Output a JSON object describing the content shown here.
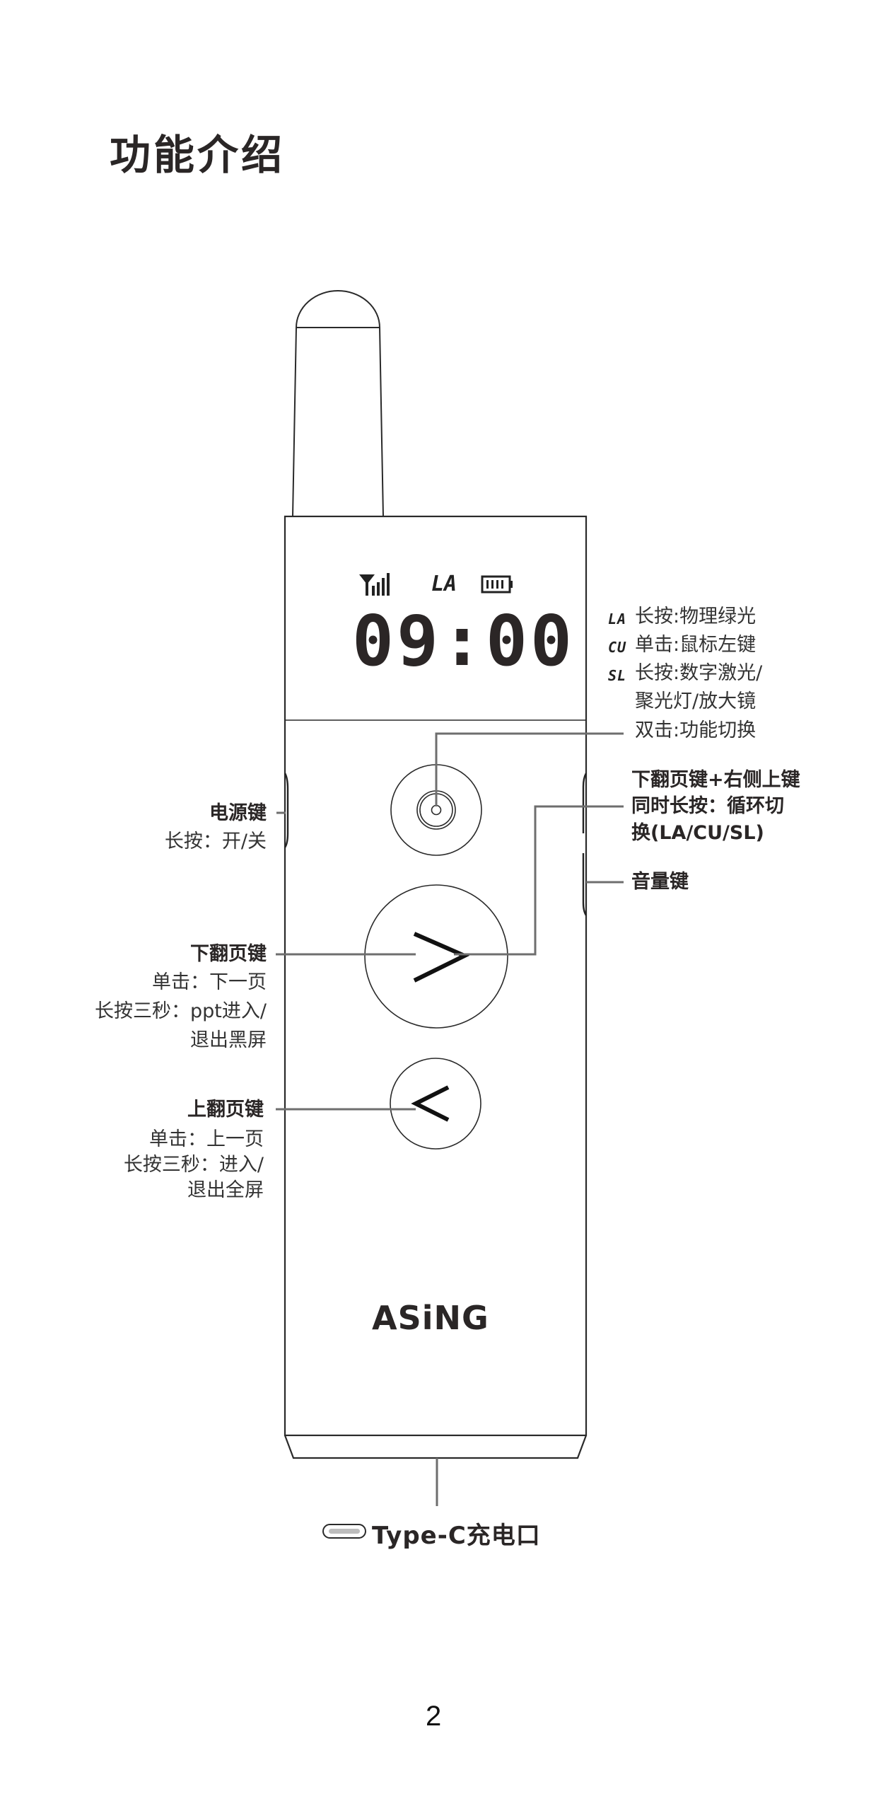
{
  "page": {
    "title": "功能介绍",
    "page_number": "2"
  },
  "device": {
    "lcd": {
      "mode": "LA",
      "time": "09:00",
      "signal_icon": "signal-bars-icon",
      "battery_icon": "battery-full-icon"
    },
    "logo": "ASiNG"
  },
  "annotations": {
    "modes": {
      "items": [
        {
          "code": "LA",
          "text": "长按:物理绿光"
        },
        {
          "code": "CU",
          "text": "单击:鼠标左键"
        },
        {
          "code": "SL",
          "text": "长按:数字激光/"
        },
        {
          "code": "",
          "text": "聚光灯/放大镜"
        },
        {
          "code": "",
          "text": "双击:功能切换"
        }
      ]
    },
    "cycle": {
      "lines": [
        "下翻页键+右侧上键",
        "同时长按：循环切",
        "换(LA/CU/SL)"
      ]
    },
    "volume": {
      "title": "音量键"
    },
    "power": {
      "title": "电源键",
      "lines": [
        "长按：开/关"
      ]
    },
    "next_page": {
      "title": "下翻页键",
      "lines": [
        "单击：下一页",
        "长按三秒：ppt进入/",
        "退出黑屏"
      ]
    },
    "prev_page": {
      "title": "上翻页键",
      "lines": [
        "单击：上一页",
        "长按三秒：进入/",
        "退出全屏"
      ]
    },
    "charging": {
      "label": "Type-C充电口",
      "icon": "usb-c-port-icon"
    }
  },
  "colors": {
    "outline": "#2a2a2a",
    "leader": "#6e6e6e",
    "text": "#333333"
  }
}
